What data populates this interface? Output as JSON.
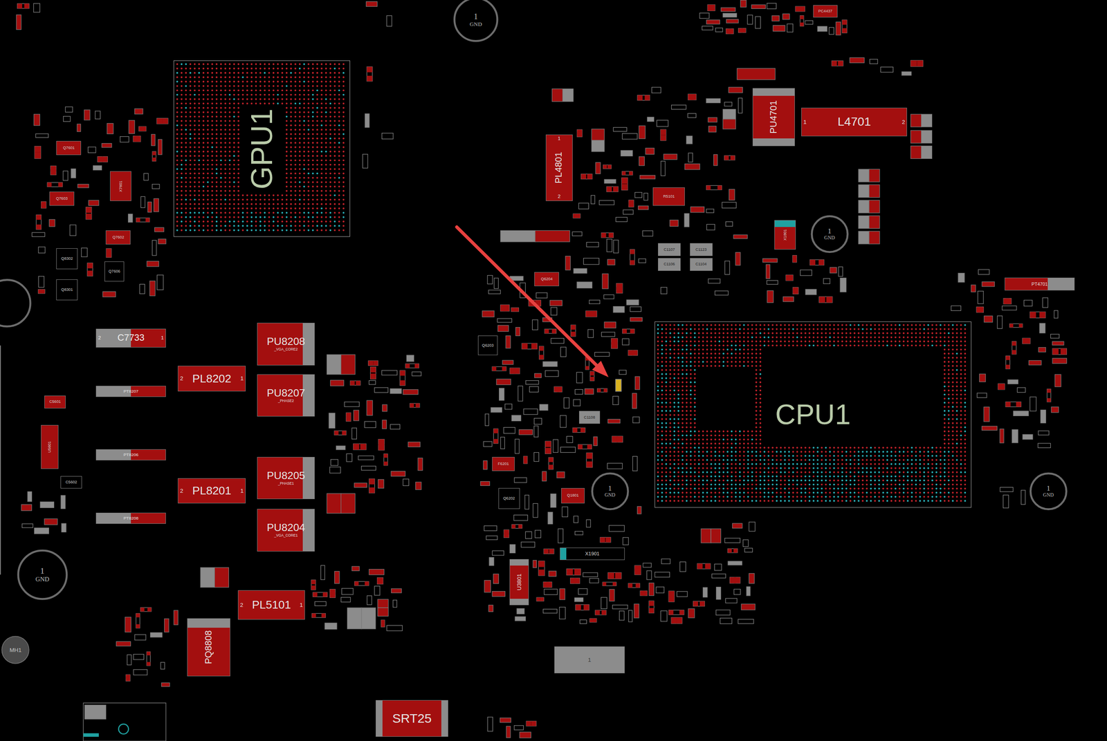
{
  "diagram": {
    "nodes": [
      {
        "text": [
          "1",
          "GND"
        ]
      },
      {
        "text": [
          "GPU1"
        ]
      },
      {
        "text": [
          "1",
          "PL4801",
          "2"
        ]
      },
      {
        "text": [
          "PU4701"
        ]
      },
      {
        "text": [
          "1",
          "L4701",
          "2"
        ]
      },
      {
        "text": [
          "1",
          "GND"
        ]
      },
      {
        "text": [
          "PT4701"
        ]
      },
      {
        "text": [
          "2",
          "C7733",
          "1"
        ]
      },
      {
        "text": [
          "PU8208",
          "_VGA_CORE2"
        ]
      },
      {
        "text": [
          "2",
          "PL8202",
          "1"
        ]
      },
      {
        "text": [
          "PT8207"
        ]
      },
      {
        "text": [
          "PU8207",
          "_PHASE2"
        ]
      },
      {
        "text": [
          "PT8206"
        ]
      },
      {
        "text": [
          "PU8205",
          "_PHASE1"
        ]
      },
      {
        "text": [
          "2",
          "PL8201",
          "1"
        ]
      },
      {
        "text": [
          "PT8208"
        ]
      },
      {
        "text": [
          "PU8204",
          "_VGA_CORE1"
        ]
      },
      {
        "text": [
          "1",
          "GND"
        ]
      },
      {
        "text": [
          "2",
          "PL5101",
          "1"
        ]
      },
      {
        "text": [
          "PQ8808"
        ]
      },
      {
        "text": [
          "MH1"
        ]
      },
      {
        "text": [
          "SRT25"
        ]
      },
      {
        "text": [
          "CPU1"
        ]
      },
      {
        "text": [
          "1",
          "GND"
        ]
      },
      {
        "text": [
          "1",
          "GND"
        ]
      },
      {
        "text": [
          "X1901"
        ]
      },
      {
        "text": [
          "U3801"
        ]
      },
      {
        "text": [
          "1"
        ]
      },
      {
        "text": [
          "Q7601"
        ]
      },
      {
        "text": [
          "Q7603"
        ]
      },
      {
        "text": [
          "X7601"
        ]
      },
      {
        "text": [
          "Q7602"
        ]
      },
      {
        "text": [
          "Q8302"
        ]
      },
      {
        "text": [
          "Q7606"
        ]
      },
      {
        "text": [
          "Q8301"
        ]
      },
      {
        "text": [
          "C5601"
        ]
      },
      {
        "text": [
          "U5601"
        ]
      },
      {
        "text": [
          "C5602"
        ]
      },
      {
        "text": [
          "Q6204"
        ]
      },
      {
        "text": [
          "Q6203"
        ]
      },
      {
        "text": [
          "F6201"
        ]
      },
      {
        "text": [
          "Q6202"
        ]
      },
      {
        "text": [
          "Q1801"
        ]
      },
      {
        "text": [
          "C1108"
        ]
      },
      {
        "text": [
          "R5101"
        ]
      },
      {
        "text": [
          "C1107"
        ]
      },
      {
        "text": [
          "C1106"
        ]
      },
      {
        "text": [
          "C1123"
        ]
      },
      {
        "text": [
          "C1104"
        ]
      },
      {
        "text": [
          "X1801"
        ]
      },
      {
        "text": [
          "PC4437"
        ]
      }
    ]
  }
}
